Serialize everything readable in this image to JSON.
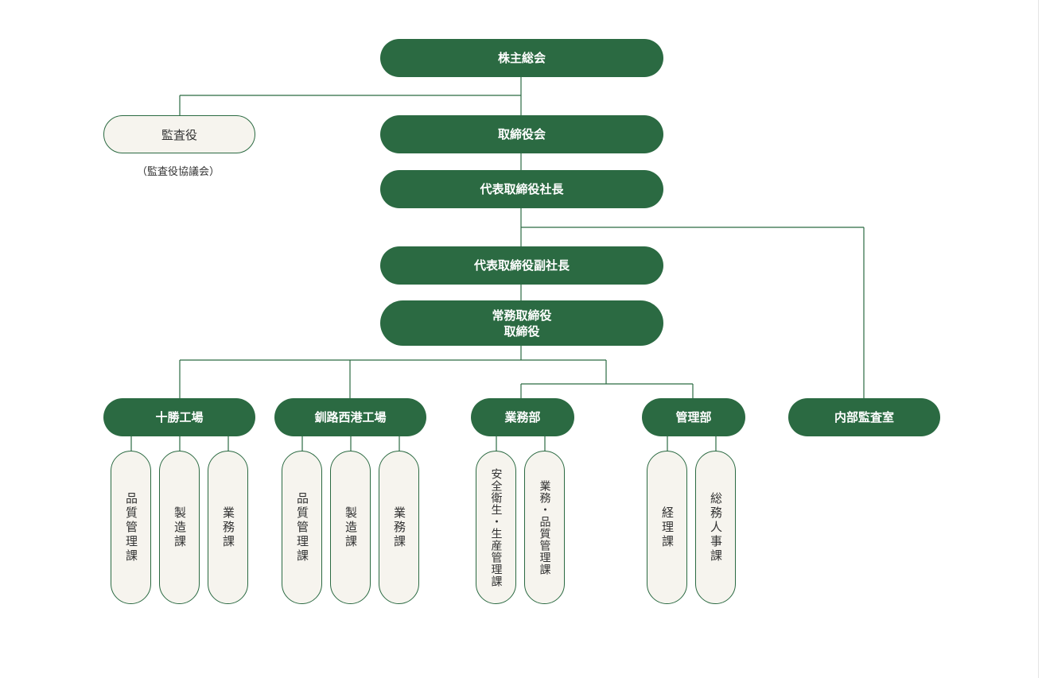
{
  "top": {
    "shareholders": "株主総会",
    "board": "取締役会",
    "president": "代表取締役社長",
    "vice_president": "代表取締役副社長",
    "managing_line1": "常務取締役",
    "managing_line2": "取締役"
  },
  "auditor": {
    "label": "監査役",
    "note": "（監査役協議会）"
  },
  "internal_audit": "内部監査室",
  "divisions": {
    "tokachi": {
      "label": "十勝工場",
      "sections": [
        "品質管理課",
        "製造課",
        "業務課"
      ]
    },
    "kushiro": {
      "label": "釧路西港工場",
      "sections": [
        "品質管理課",
        "製造課",
        "業務課"
      ]
    },
    "business": {
      "label": "業務部",
      "sections": [
        "安全衛生・生産管理課",
        "業務・品質管理課"
      ]
    },
    "admin": {
      "label": "管理部",
      "sections": [
        "経理課",
        "総務人事課"
      ]
    }
  },
  "colors": {
    "dark_green": "#2b6a42",
    "cream": "#f6f4ee",
    "text": "#333333"
  }
}
